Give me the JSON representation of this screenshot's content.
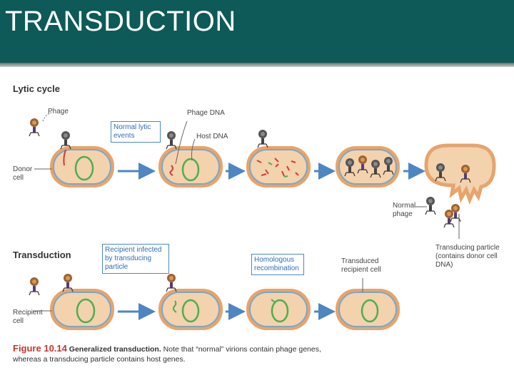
{
  "slide": {
    "title": "TRANSDUCTION"
  },
  "lytic": {
    "heading": "Lytic cycle",
    "labels": {
      "phage": "Phage",
      "donor_cell": "Donor cell",
      "phage_dna": "Phage DNA",
      "host_dna": "Host DNA",
      "normal_phage": "Normal phage",
      "transducing_particle": "Transducing particle (contains donor cell DNA)"
    },
    "callout": "Normal lytic events"
  },
  "transduction": {
    "heading": "Transduction",
    "labels": {
      "recipient_cell": "Recipient cell",
      "transduced_cell": "Transduced recipient cell"
    },
    "callouts": {
      "infected": "Recipient infected by transducing particle",
      "recombination": "Homologous recombination"
    }
  },
  "caption": {
    "figure_number": "Figure 10.14",
    "figure_title": "Generalized transduction.",
    "text": "Note that “normal” virions contain phage genes, whereas a transducing particle contains host genes."
  },
  "colors": {
    "header_bg": "#0d5a58",
    "cell_fill": "#f3d2ae",
    "cell_wall": "#e7a46c",
    "membrane": "#7aa8c7",
    "arrow": "#4e86c2",
    "callout_text": "#2f6fb3",
    "chromosome": "#4caf50",
    "phage_dna": "#d23c3c"
  },
  "icons": [
    "phage-icon",
    "arrow-right-icon",
    "chromosome-icon",
    "dna-fragment-icon"
  ]
}
